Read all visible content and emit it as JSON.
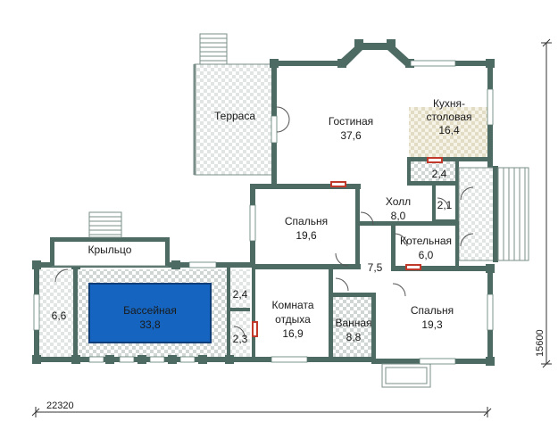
{
  "plan": {
    "rooms": [
      {
        "id": "terrace",
        "name": "Терраса",
        "area": ""
      },
      {
        "id": "living",
        "name": "Гостиная",
        "area": "37,6"
      },
      {
        "id": "kitchen",
        "name": "Кухня-\nстоловая",
        "area": "16,4"
      },
      {
        "id": "bedroom1",
        "name": "Спальня",
        "area": "19,6"
      },
      {
        "id": "hall",
        "name": "Холл",
        "area": "8,0"
      },
      {
        "id": "porch",
        "name": "Крыльцо",
        "area": ""
      },
      {
        "id": "boiler",
        "name": "Котельная",
        "area": "6,0"
      },
      {
        "id": "pool",
        "name": "Бассейная",
        "area": "33,8"
      },
      {
        "id": "rest",
        "name": "Комната\nотдыха",
        "area": "16,9"
      },
      {
        "id": "bath",
        "name": "Ванная",
        "area": "8,8"
      },
      {
        "id": "bedroom2",
        "name": "Спальня",
        "area": "19,3"
      },
      {
        "id": "r66",
        "name": "",
        "area": "6,6"
      },
      {
        "id": "r24a",
        "name": "",
        "area": "2,4"
      },
      {
        "id": "r24b",
        "name": "",
        "area": "2,4"
      },
      {
        "id": "r21",
        "name": "",
        "area": "2,1"
      },
      {
        "id": "r23",
        "name": "",
        "area": "2,3"
      },
      {
        "id": "r75",
        "name": "",
        "area": "7,5"
      }
    ],
    "dimensions": {
      "width": "22320",
      "height": "15600"
    },
    "colors": {
      "wall": "#4d6b62",
      "pool_water": "#1565c0",
      "tile_light": "#e4e8e7",
      "tile_kitchen": "#ebe6d2",
      "accent_red": "#c0392b"
    }
  }
}
